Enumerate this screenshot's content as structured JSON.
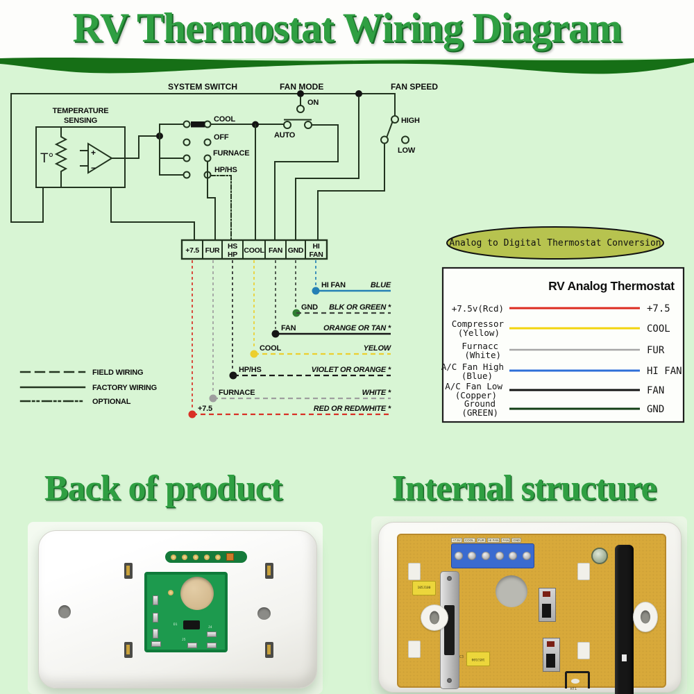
{
  "title": {
    "text": "RV Thermostat Wiring Diagram"
  },
  "colors": {
    "page_bg": "#d8f5d4",
    "wave": "#166f16",
    "title_green": "#2f9f42",
    "badge_fill": "#b7c34f",
    "red": "#d93025",
    "yellow": "#eccf2e",
    "gray": "#9e9e9e",
    "blue": "#2580b5",
    "black": "#161616",
    "green_dot": "#2e7d32",
    "table_red": "#dd2b20",
    "table_yellow": "#f2d40e",
    "table_gray": "#a6a6a6",
    "table_blue": "#2e6fd8",
    "table_black": "#141414",
    "table_green": "#123f16"
  },
  "schematic": {
    "system_switch": "SYSTEM SWITCH",
    "fan_mode": "FAN MODE",
    "fan_speed": "FAN SPEED",
    "temp_line1": "TEMPERATURE",
    "temp_line2": "SENSING",
    "t_symbol": "T°",
    "opamp_plus": "+",
    "opamp_minus": "−",
    "cool": "COOL",
    "off": "OFF",
    "furnace": "FURNACE",
    "hp_hs": "HP/HS",
    "on": "ON",
    "auto": "AUTO",
    "high": "HIGH",
    "low": "LOW",
    "terminals": [
      {
        "l1": "+7.5",
        "l2": ""
      },
      {
        "l1": "FUR",
        "l2": ""
      },
      {
        "l1": "HS",
        "l2": "HP"
      },
      {
        "l1": "COOL",
        "l2": ""
      },
      {
        "l1": "FAN",
        "l2": ""
      },
      {
        "l1": "GND",
        "l2": ""
      },
      {
        "l1": "HI",
        "l2": "FAN"
      }
    ],
    "wire_rows": [
      {
        "label": "HI  FAN",
        "color_name": "BLUE",
        "line_color": "#2580b5",
        "dot_color": "#2580b5",
        "vert_color": "#2580b5"
      },
      {
        "label": "GND",
        "color_name": "BLK OR GREEN *",
        "line_color": "#3c443c",
        "dot_color": "#2e7d32",
        "vert_color": "#3c443c"
      },
      {
        "label": "FAN",
        "color_name": "ORANGE OR TAN *",
        "line_color": "#161616",
        "dot_color": "#161616",
        "vert_color": "#3c443c"
      },
      {
        "label": "COOL",
        "color_name": "YELOW",
        "line_color": "#eccf2e",
        "dot_color": "#eccf2e",
        "vert_color": "#eccf2e"
      },
      {
        "label": "HP/HS",
        "color_name": "VIOLET OR ORANGE *",
        "line_color": "#1b1b1b",
        "dot_color": "#161616",
        "vert_color": "#2b2b2b"
      },
      {
        "label": "FURNACE",
        "color_name": "WHITE *",
        "line_color": "#9e9e9e",
        "dot_color": "#9e9e9e",
        "vert_color": "#9e9e9e"
      },
      {
        "label": "+7.5",
        "color_name": "RED OR RED/WHITE *",
        "line_color": "#d93025",
        "dot_color": "#d93025",
        "vert_color": "#d93025"
      }
    ],
    "legend": [
      {
        "label": "FIELD WIRING"
      },
      {
        "label": "FACTORY WIRING"
      },
      {
        "label": "OPTIONAL"
      }
    ]
  },
  "badge": {
    "text": "Analog to Digital Thermostat Conversion"
  },
  "conversion_table": {
    "title": "RV Analog Thermostat",
    "rows": [
      {
        "left1": "+7.5v(Rcd)",
        "left2": "",
        "right": "+7.5"
      },
      {
        "left1": "Compressor",
        "left2": "(Yellow)",
        "right": "COOL"
      },
      {
        "left1": "Furnacc",
        "left2": "(White)",
        "right": "FUR"
      },
      {
        "left1": "A/C Fan High",
        "left2": "(Blue)",
        "right": "HI FAN"
      },
      {
        "left1": "A/C Fan Low",
        "left2": "(Copper)",
        "right": "FAN"
      },
      {
        "left1": "Ground",
        "left2": "(GREEN)",
        "right": "GND"
      }
    ]
  },
  "sections": {
    "back": "Back of product",
    "internal": "Internal structure"
  },
  "back_product": {
    "chip_label": "D1",
    "res1_label": "J4",
    "res2_label": "J5"
  },
  "internal_product": {
    "terminal_labels": [
      "+7.5V",
      "COOL",
      "FUR",
      "HI FAN",
      "FAN",
      "GND"
    ],
    "cap1_label": "105J100",
    "cap2_label": "105J100",
    "rt1_label": "RT1",
    "c3_label": "C3"
  }
}
